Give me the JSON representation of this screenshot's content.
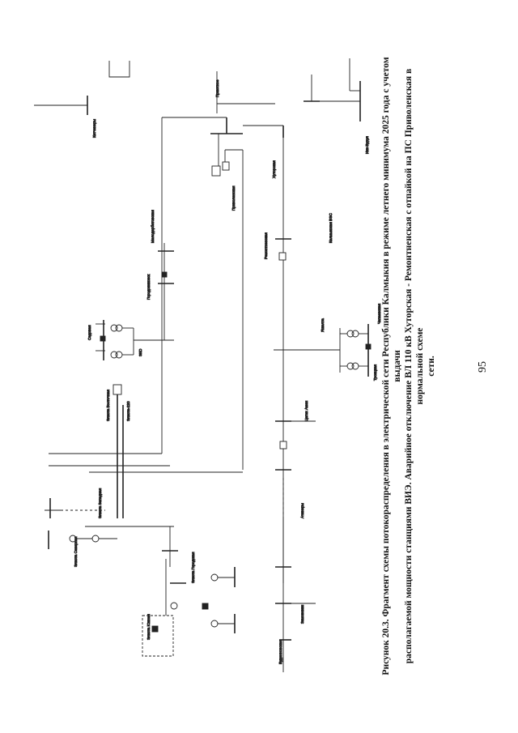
{
  "page": {
    "caption_line1": "Рисунок 20.3. Фрагмент схемы потокораспределения в электрической сети Республики Калмыкия в режиме летнего минимума 2025 года с учетом выдачи",
    "caption_line2": "располагаемой мощности станциями ВИЭ. Аварийное отключение ВЛ 110 кВ Хуторская - Ремонтненская с отпайкой на ПС Приволенская в нормальной схеме",
    "caption_line3": "сети.",
    "page_number": "95"
  },
  "diagram": {
    "labels": [
      "Элиста Северная",
      "Элиста Западная",
      "Элиста Восточная",
      "Элиста Южная",
      "Элиста Городская",
      "Элиста-220",
      "ЭКО",
      "Садовая",
      "Городовиковск",
      "Малодербетовская",
      "Приволенская",
      "Ремонтненская",
      "Хуторская",
      "Яшалта",
      "Троицкая",
      "Чапаевская",
      "Ики-Бурул",
      "Приютное",
      "Кетченеры",
      "Цаган Аман",
      "Ачинеры",
      "Буденновская",
      "Зимовники",
      "Калмыкская ВЭС"
    ]
  }
}
